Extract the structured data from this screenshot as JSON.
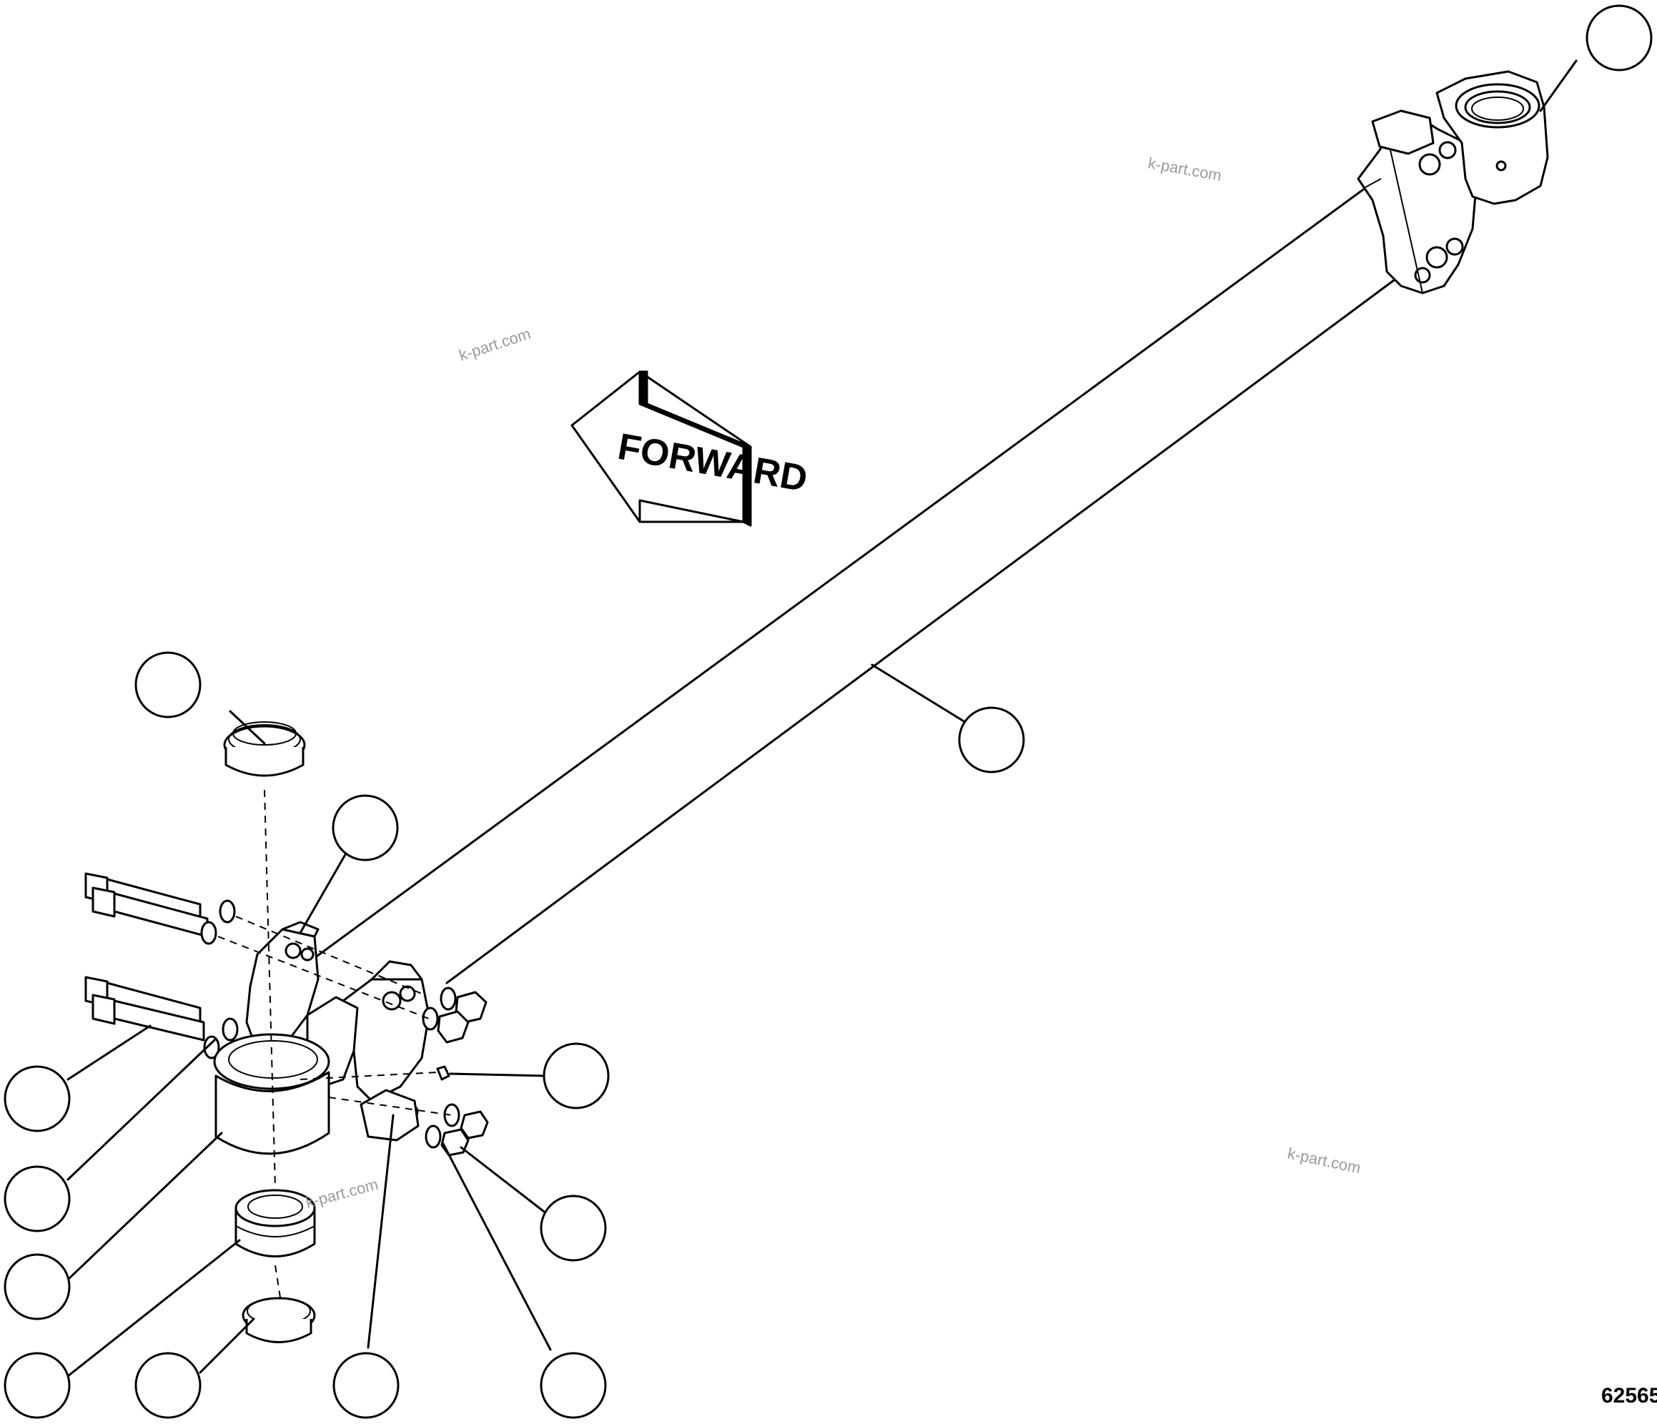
{
  "diagram": {
    "direction_label": "FORWARD",
    "figure_number": "62565",
    "watermarks": [
      "k-part.com",
      "k-part.com",
      "k-part.com",
      "k-part.com"
    ]
  }
}
